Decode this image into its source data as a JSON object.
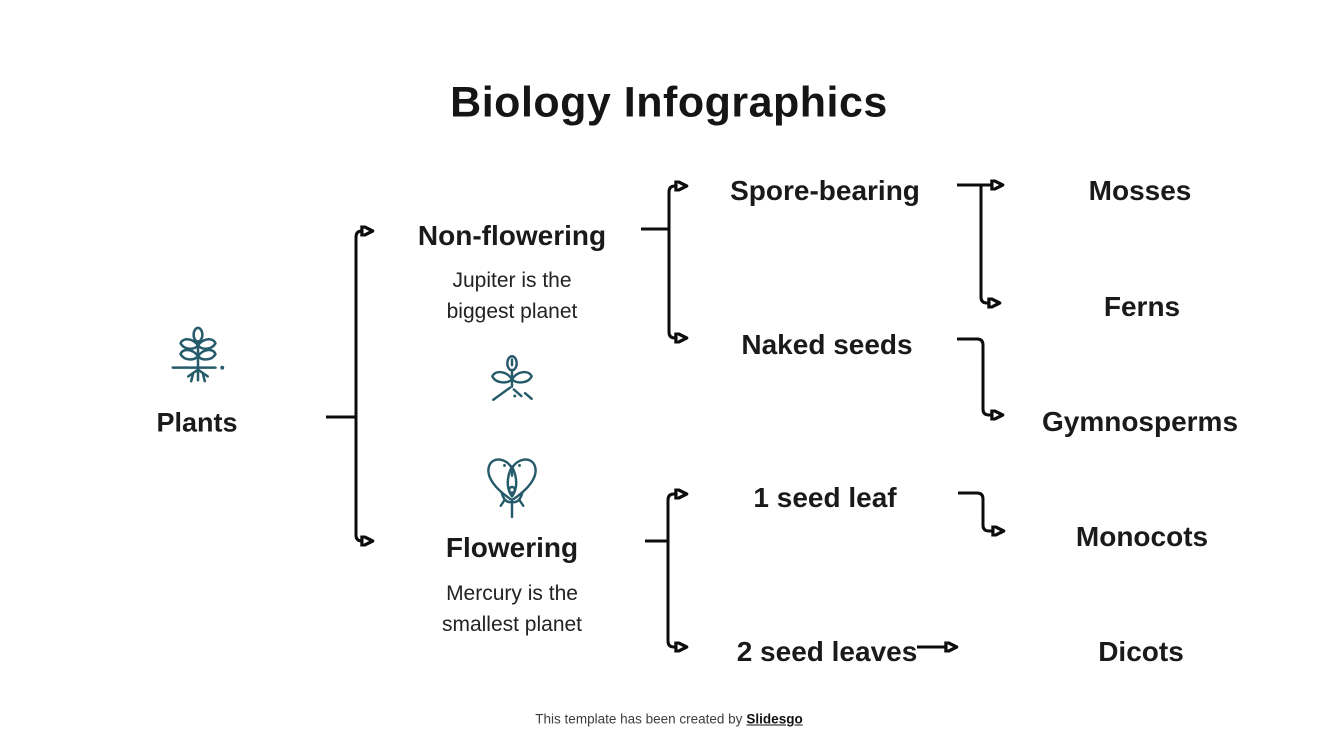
{
  "title": "Biology Infographics",
  "colors": {
    "icon_teal": "#265b6b",
    "text_dark": "#1a1a1a",
    "line_black": "#0c0c0c"
  },
  "tree": {
    "root": {
      "label": "Plants",
      "icon": "plant-with-roots-icon"
    },
    "children": [
      {
        "label": "Non-flowering",
        "note": "Jupiter is the biggest planet",
        "icon": "seedling-icon",
        "children": [
          {
            "label": "Spore-bearing",
            "children": [
              {
                "label": "Mosses"
              },
              {
                "label": "Ferns"
              }
            ]
          },
          {
            "label": "Naked seeds",
            "children": [
              {
                "label": "Gymnosperms"
              }
            ]
          }
        ]
      },
      {
        "label": "Flowering",
        "note": "Mercury is the smallest planet",
        "icon": "flower-bud-icon",
        "children": [
          {
            "label": "1 seed leaf",
            "children": [
              {
                "label": "Monocots"
              }
            ]
          },
          {
            "label": "2 seed leaves",
            "children": [
              {
                "label": "Dicots"
              }
            ]
          }
        ]
      }
    ]
  },
  "footer": {
    "prefix": "This template has been created by",
    "brand": "Slidesgo"
  }
}
